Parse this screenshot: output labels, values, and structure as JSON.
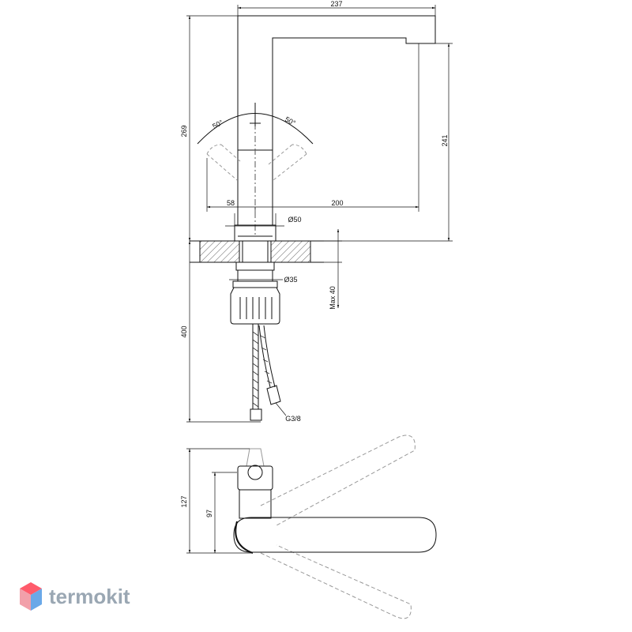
{
  "dimensions": {
    "overall_width": "237",
    "overall_height": "269",
    "spout_height": "241",
    "angle_left": "50°",
    "angle_right": "50°",
    "offset_left": "58",
    "reach": "200",
    "diameter_base": "Ø50",
    "diameter_shank": "Ø35",
    "max_thickness": "Max 40",
    "hose_length": "400",
    "thread": "G3/8",
    "top_height": "127",
    "top_handle_height": "97"
  },
  "logo": {
    "text": "termokit",
    "colors": {
      "top": "#ff5b6b",
      "left": "#f2a0aa",
      "right": "#6aa8e8",
      "text": "#9aa7b3"
    }
  },
  "colors": {
    "line": "#111111",
    "dashed": "#888888"
  }
}
